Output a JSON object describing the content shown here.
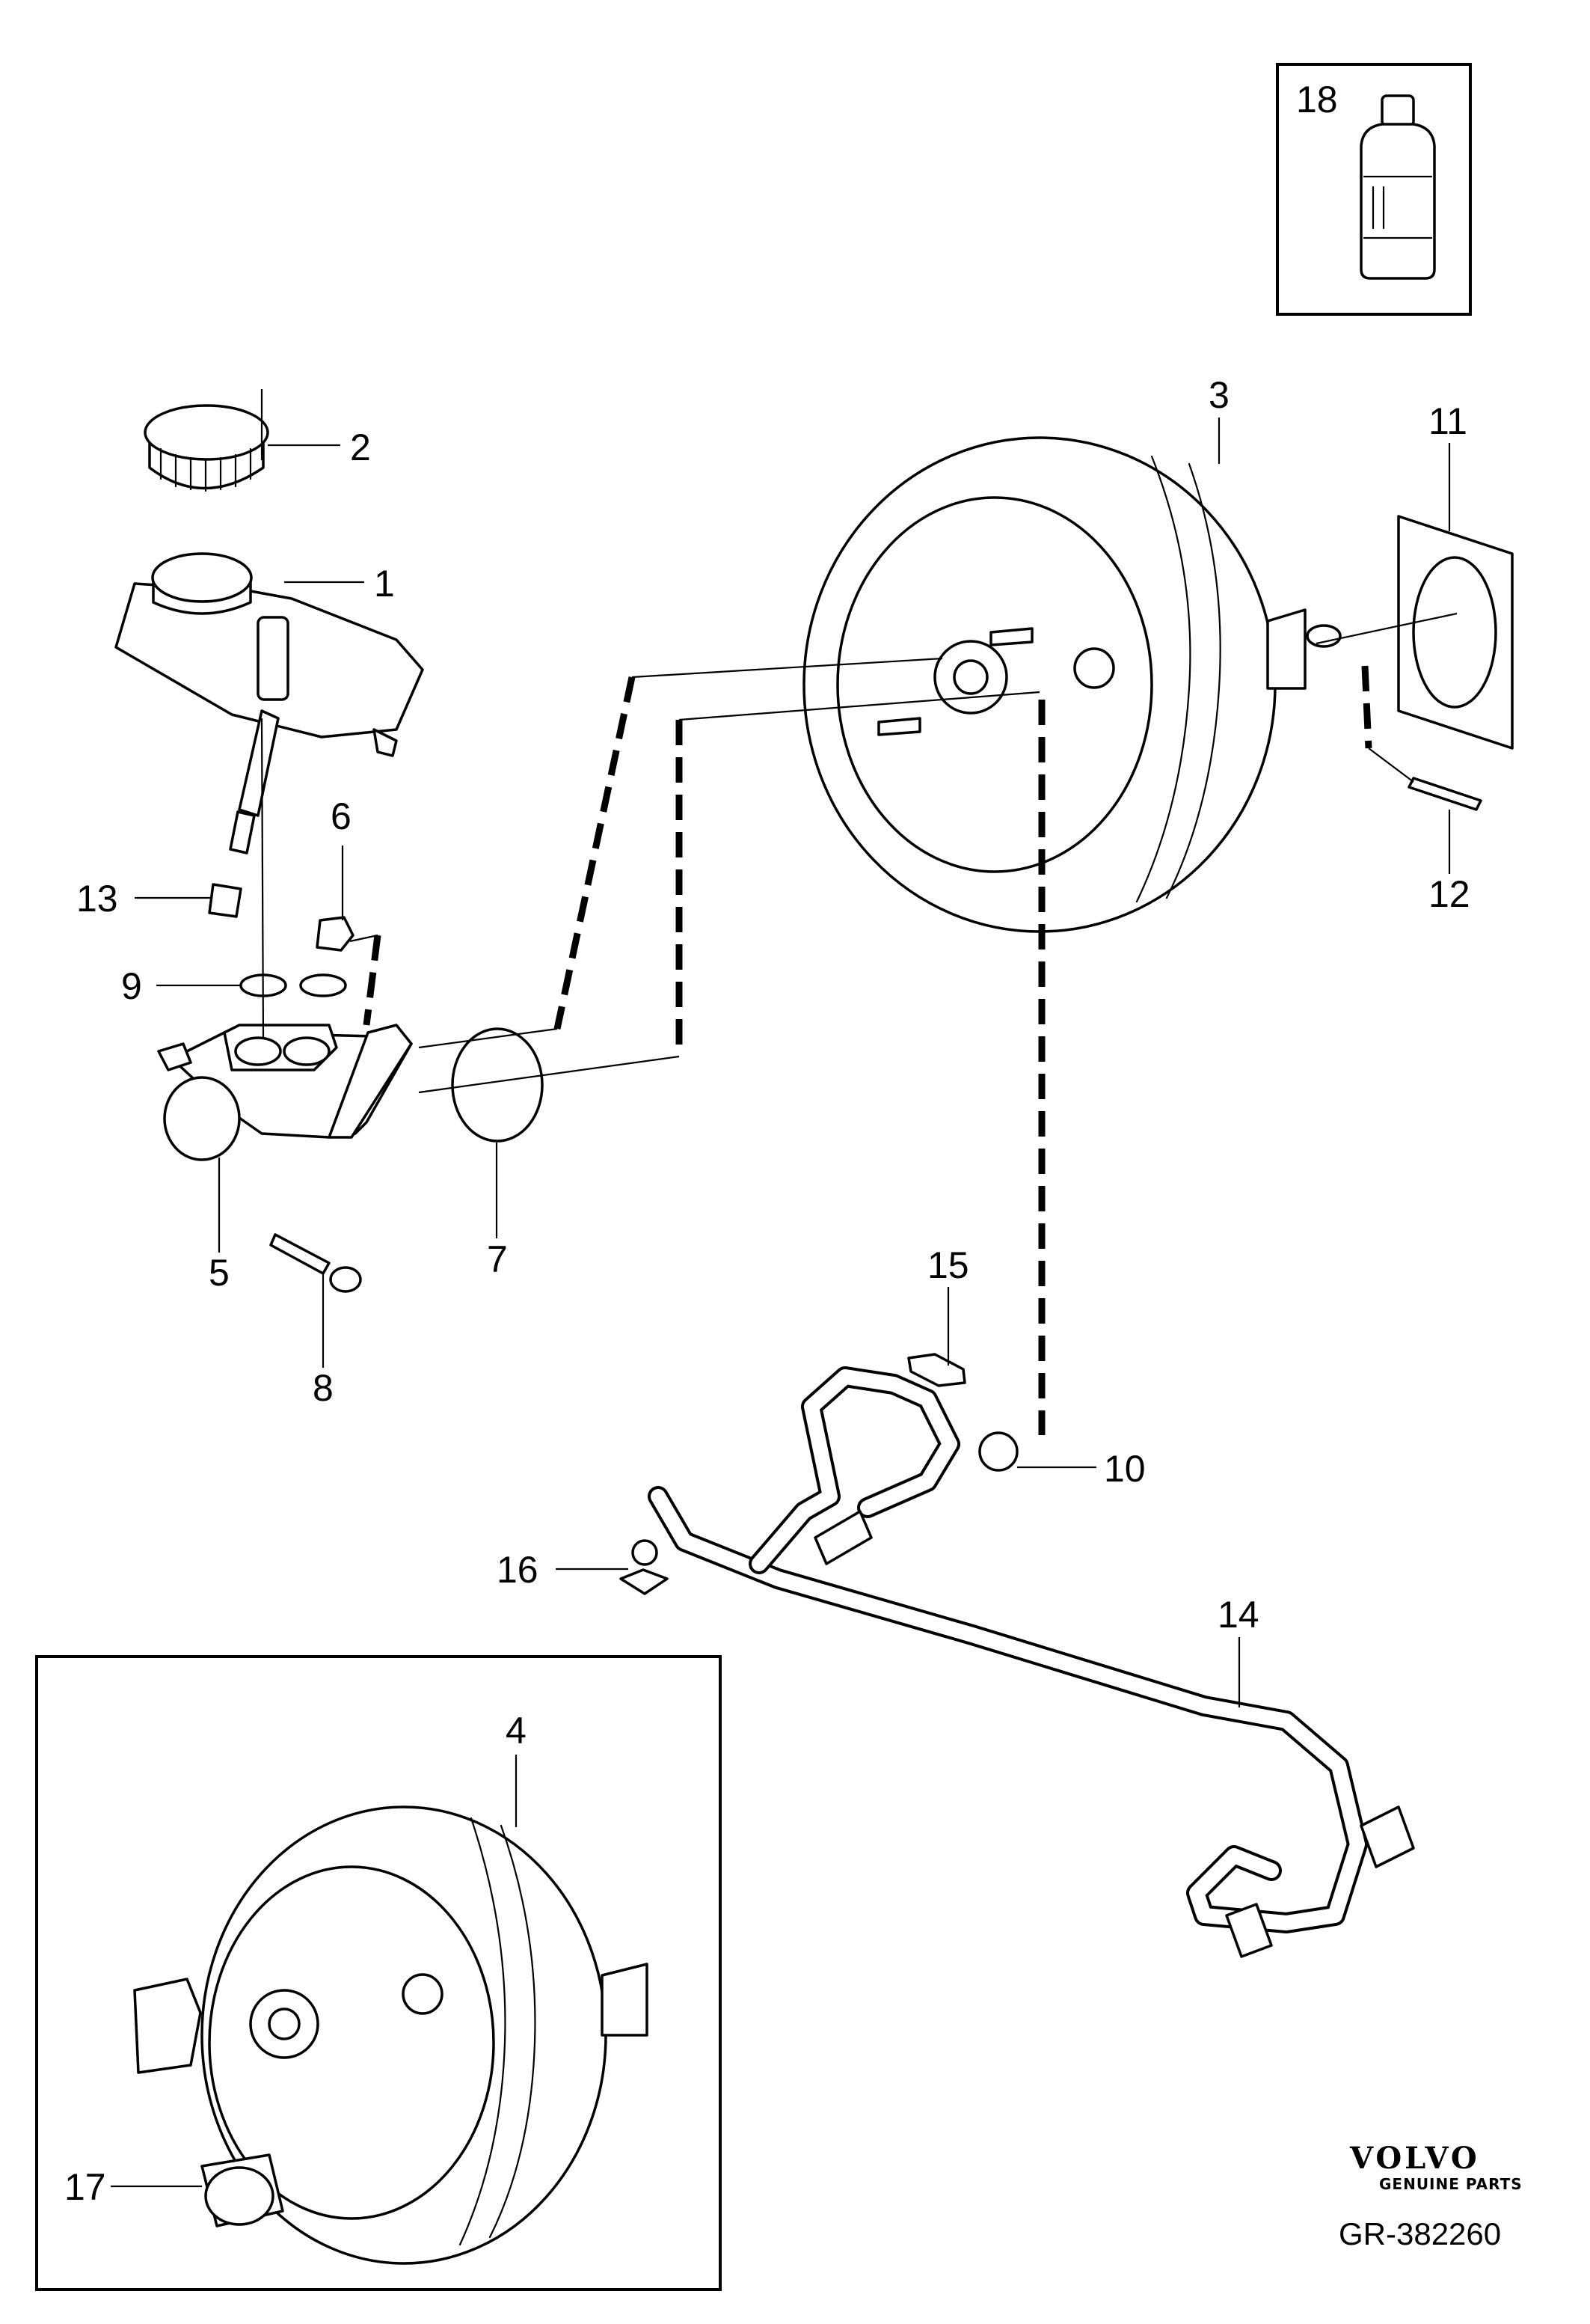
{
  "diagram": {
    "part_labels": [
      "1",
      "2",
      "3",
      "4",
      "5",
      "6",
      "7",
      "8",
      "9",
      "10",
      "11",
      "12",
      "13",
      "14",
      "15",
      "16",
      "17",
      "18"
    ],
    "brand": {
      "name": "VOLVO",
      "tagline": "GENUINE PARTS"
    },
    "reference_code": "GR-382260"
  }
}
